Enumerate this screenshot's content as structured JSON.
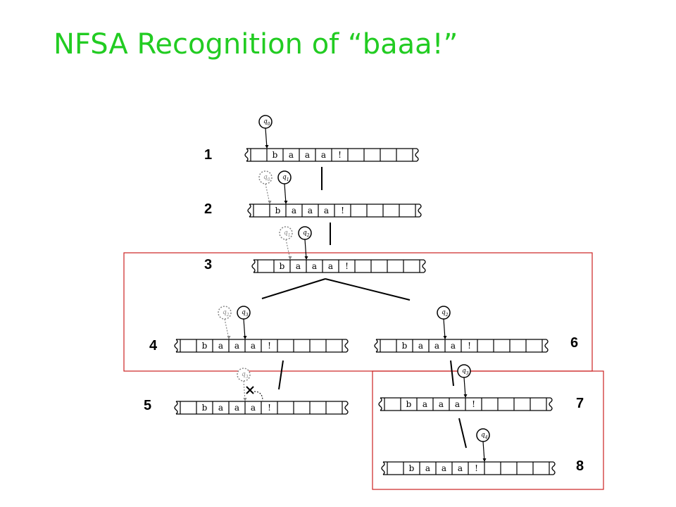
{
  "slide": {
    "title": "NFSA Recognition of “baaa!”",
    "title_color": "#22cc22",
    "box_color": "#cc2222"
  },
  "tape_symbols": [
    "b",
    "a",
    "a",
    "a",
    "!"
  ],
  "tapes": [
    {
      "label": "1",
      "heads": [
        {
          "state": "q0",
          "dashed": false
        }
      ]
    },
    {
      "label": "2",
      "heads": [
        {
          "state": "q0",
          "dashed": true
        },
        {
          "state": "q1",
          "dashed": false
        }
      ]
    },
    {
      "label": "3",
      "heads": [
        {
          "state": "q1",
          "dashed": true
        },
        {
          "state": "q2",
          "dashed": false
        }
      ]
    },
    {
      "label": "4",
      "heads": [
        {
          "state": "q2",
          "dashed": true
        },
        {
          "state": "q3",
          "dashed": false
        }
      ]
    },
    {
      "label": "5",
      "heads": [
        {
          "state": "q3",
          "dashed": true
        }
      ],
      "rejected": true
    },
    {
      "label": "6",
      "heads": [
        {
          "state": "q2",
          "dashed": false
        }
      ]
    },
    {
      "label": "7",
      "heads": [
        {
          "state": "q3",
          "dashed": false
        }
      ]
    },
    {
      "label": "8",
      "heads": [
        {
          "state": "q4",
          "dashed": false
        }
      ]
    }
  ]
}
